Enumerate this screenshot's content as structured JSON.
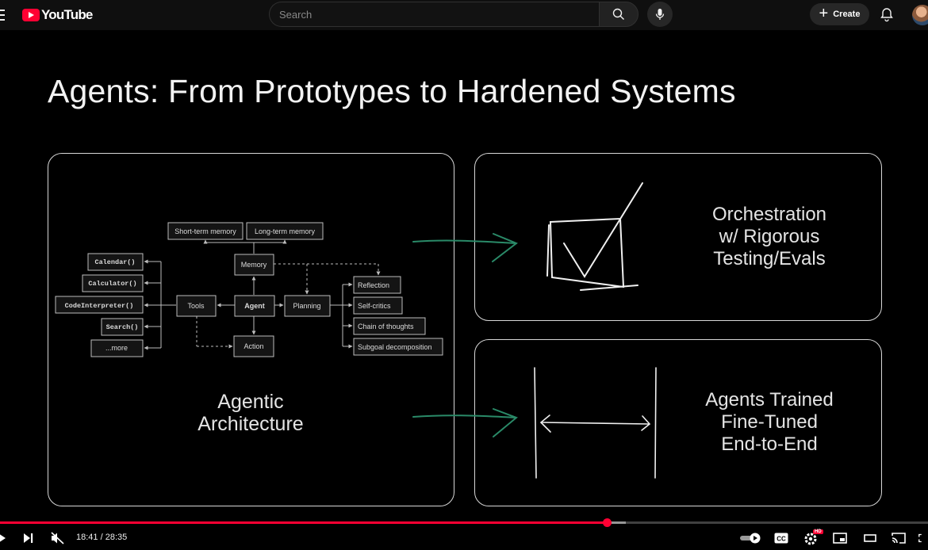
{
  "header": {
    "logo_text": "YouTube",
    "search_placeholder": "Search",
    "create_label": "Create",
    "icons": [
      "menu-icon",
      "youtube-logo-icon",
      "search-icon",
      "mic-icon",
      "plus-icon",
      "bell-icon",
      "avatar"
    ]
  },
  "slide": {
    "title": "Agents: From Prototypes to Hardened Systems",
    "left_panel_label": [
      "Agentic",
      "Architecture"
    ],
    "top_right_label": [
      "Orchestration",
      "w/ Rigorous",
      "Testing/Evals"
    ],
    "bottom_right_label": [
      "Agents Trained",
      "Fine-Tuned",
      "End-to-End"
    ],
    "diagram": {
      "memory_types": [
        "Short-term memory",
        "Long-term memory"
      ],
      "memory": "Memory",
      "agent": "Agent",
      "tools": "Tools",
      "planning": "Planning",
      "action": "Action",
      "tool_items": [
        "Calendar()",
        "Calculator()",
        "CodeInterpreter()",
        "Search()",
        "...more"
      ],
      "planning_items": [
        "Reflection",
        "Self-critics",
        "Chain of thoughts",
        "Subgoal decomposition"
      ]
    },
    "arrow_color": "#2a8a68"
  },
  "player": {
    "current_time": "18:41",
    "separator": " / ",
    "duration": "28:35",
    "played_fraction": 0.654,
    "buffered_fraction": 0.674,
    "accent_color": "#ff0033",
    "settings_badge": "HD",
    "icons": [
      "play-icon",
      "next-icon",
      "mute-icon",
      "autoplay-toggle",
      "captions-icon",
      "settings-icon",
      "miniplayer-icon",
      "theater-icon",
      "cast-icon",
      "fullscreen-icon"
    ]
  }
}
